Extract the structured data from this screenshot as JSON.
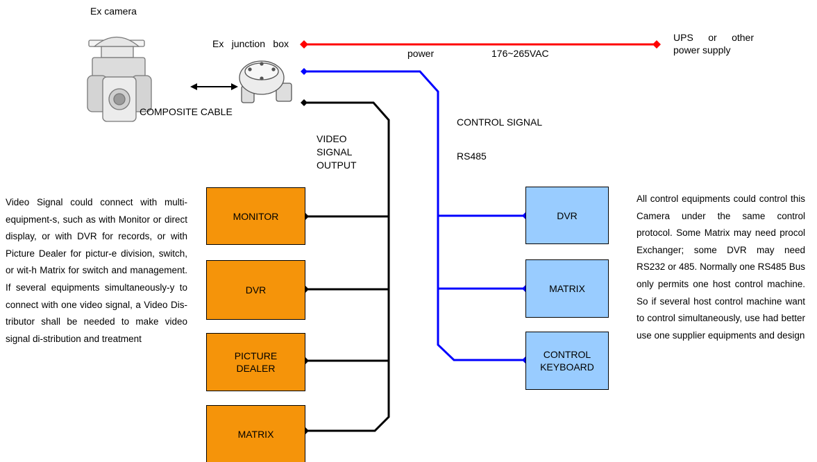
{
  "labels": {
    "camera": "Ex camera",
    "junction_box": "Ex junction box",
    "ups": "UPS or other power supply",
    "power": "power",
    "voltage": "176~265VAC",
    "composite_cable": "COMPOSITE CABLE",
    "video_signal_output": "VIDEO SIGNAL OUTPUT",
    "control_signal": "CONTROL SIGNAL",
    "rs485": "RS485"
  },
  "video_devices": [
    "MONITOR",
    "DVR",
    "PICTURE DEALER",
    "MATRIX"
  ],
  "control_devices": [
    "DVR",
    "MATRIX",
    "CONTROL KEYBOARD"
  ],
  "left_text": "Video Signal could connect with multi-equipment-s, such as with Monitor or direct display, or with DVR for records, or with Picture Dealer for pictur-e division, switch, or wit-h Matrix for switch and management. If several equipments simultaneously-y to connect with one video signal, a Video Dis-tributor shall be needed to make video signal di-stribution and treatment",
  "right_text": "All control equipments could control this Camera under the same control protocol. Some Matrix may need procol Exchanger; some DVR may need RS232 or 485. Normally one RS485 Bus only permits one host control machine. So if several host control machine want to control simultaneously, use had better use one supplier equipments and design",
  "colors": {
    "power_line": "#ff0000",
    "control_line": "#0000ff",
    "video_line": "#000000",
    "video_box": "#f5940a",
    "control_box": "#99ccff"
  }
}
